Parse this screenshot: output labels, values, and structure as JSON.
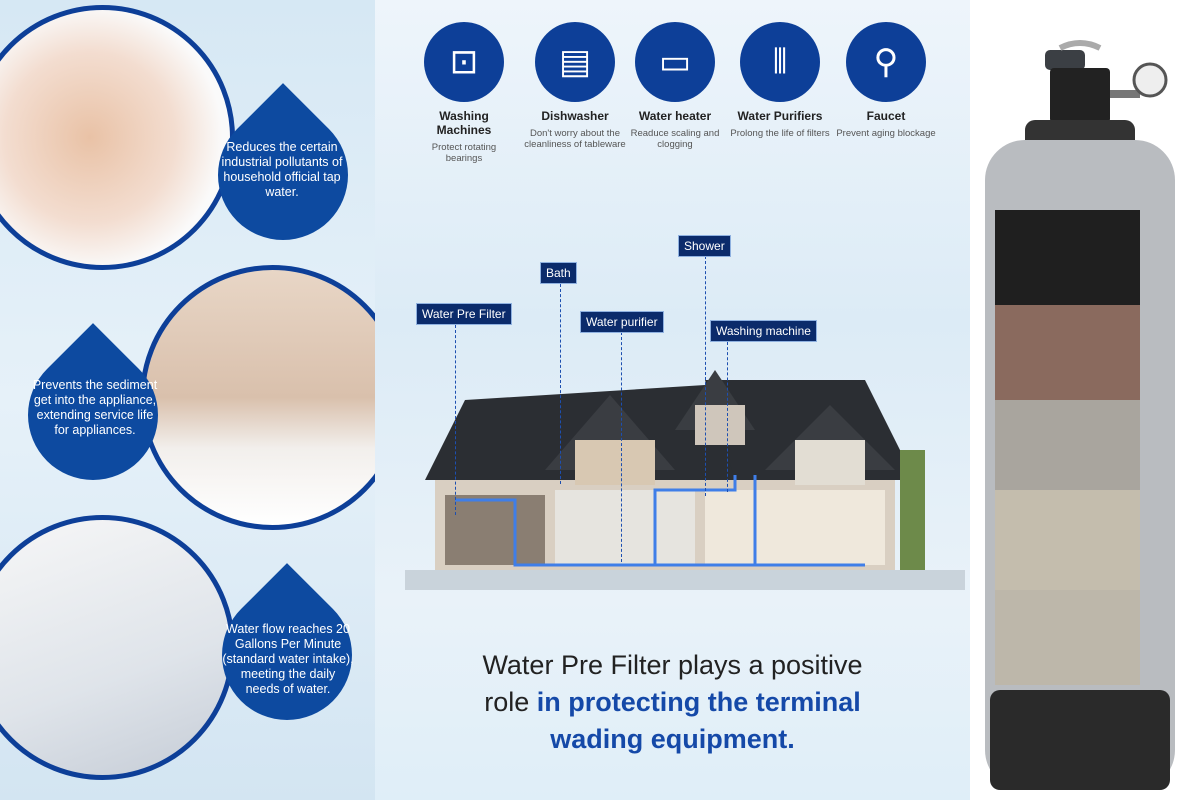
{
  "benefits": [
    {
      "text": "Reduces the certain industrial pollutants of household official tap water."
    },
    {
      "text": "Prevents the sediment get into the appliance, extending service life for appliances."
    },
    {
      "text": "Water flow reaches 20 Gallons Per Minute (standard water intake), meeting the daily needs of water."
    }
  ],
  "appliances": [
    {
      "title": "Washing Machines",
      "desc": "Protect rotating bearings",
      "icon": "washing-machine-icon"
    },
    {
      "title": "Dishwasher",
      "desc": "Don't worry about the cleanliness of tableware",
      "icon": "dishwasher-icon"
    },
    {
      "title": "Water heater",
      "desc": "Readuce scaling and clogging",
      "icon": "water-heater-icon"
    },
    {
      "title": "Water Purifiers",
      "desc": "Prolong the life of filters",
      "icon": "water-purifier-icon"
    },
    {
      "title": "Faucet",
      "desc": "Prevent aging blockage",
      "icon": "faucet-icon"
    }
  ],
  "house_labels": {
    "pre_filter": "Water Pre Filter",
    "bath": "Bath",
    "purifier": "Water purifier",
    "shower": "Shower",
    "washing": "Washing machine"
  },
  "headline": {
    "line1": "Water Pre Filter plays a positive",
    "line2_plain": "role ",
    "line2_bold": "in protecting the terminal",
    "line3_bold": "wading equipment."
  },
  "colors": {
    "brand": "#0d3f98",
    "accent": "#1549a8"
  }
}
